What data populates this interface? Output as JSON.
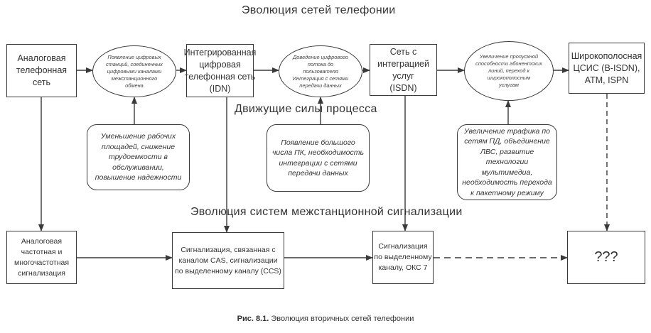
{
  "headings": {
    "top": "Эволюция сетей телефонии",
    "middle": "Движущие силы процесса",
    "bottom": "Эволюция систем межстанционной сигнализации"
  },
  "network_stages": [
    {
      "id": "analog",
      "label_lines": [
        "Аналоговая",
        "телефонная сеть"
      ]
    },
    {
      "id": "idn",
      "label_lines": [
        "Интегрированная",
        "цифровая",
        "телефонная сеть",
        "(IDN)"
      ]
    },
    {
      "id": "isdn",
      "label_lines": [
        "Сеть с",
        "интеграцией услуг",
        "(ISDN)"
      ]
    },
    {
      "id": "bisdn",
      "label_lines": [
        "Широкополосная",
        "ЦСИС (B-ISDN),",
        "ATM, ISPN"
      ]
    }
  ],
  "transitions": [
    {
      "id": "t1",
      "label_lines": [
        "Появление цифровых",
        "станций, соединенных",
        "цифровыми каналами",
        "межстанционного",
        "обмена"
      ]
    },
    {
      "id": "t2",
      "label_lines": [
        "Доведение цифрового",
        "потока до",
        "пользователя",
        "Интеграция с сетями",
        "передачи данных"
      ]
    },
    {
      "id": "t3",
      "label_lines": [
        "Увеличение пропускной",
        "способности абонентских",
        "линий, переход к",
        "широкополосным",
        "услугам"
      ]
    }
  ],
  "drivers": [
    {
      "id": "d1",
      "label_lines": [
        "Уменьшение рабочих",
        "площадей, снижение",
        "трудоемкости в",
        "обслуживании,",
        "повышение надежности"
      ]
    },
    {
      "id": "d2",
      "label_lines": [
        "Появление большого",
        "числа ПК, необходимость",
        "интеграции с сетями",
        "передачи данных"
      ]
    },
    {
      "id": "d3",
      "label_lines": [
        "Увеличение трафика по",
        "сетям ПД, объединение",
        "ЛВС, развитие",
        "технологии мультимедиа,",
        "необходимость перехода",
        "к пакетному режиму"
      ]
    }
  ],
  "signaling_stages": [
    {
      "id": "s1",
      "label_lines": [
        "Аналоговая",
        "частотная и",
        "многочастотная",
        "сигнализация"
      ]
    },
    {
      "id": "s2",
      "label_lines": [
        "Сигнализация, связанная с",
        "каналом CAS, сигнализации",
        "по выделенному каналу (CCS)"
      ]
    },
    {
      "id": "s3",
      "label_lines": [
        "Сигнализация",
        "по выделенному",
        "каналу, ОКС 7"
      ]
    },
    {
      "id": "s4",
      "label_lines": [
        "???"
      ]
    }
  ],
  "caption": {
    "prefix": "Рис. 8.1.",
    "text": " Эволюция вторичных сетей телефонии"
  }
}
